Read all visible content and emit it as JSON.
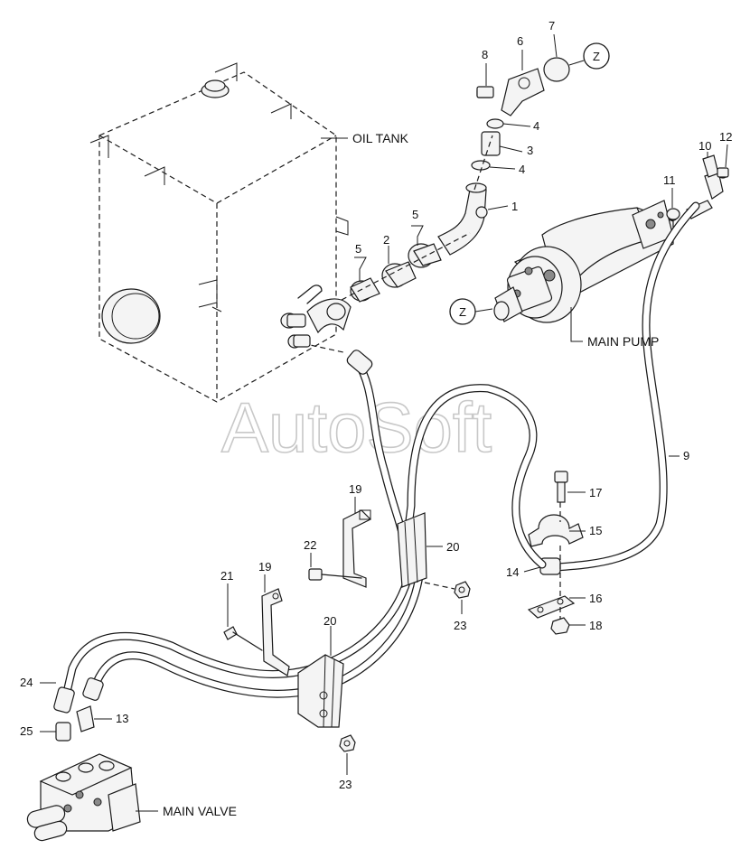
{
  "watermark": "AutoSoft",
  "labels": {
    "oil_tank": "OIL TANK",
    "main_pump": "MAIN PUMP",
    "main_valve": "MAIN VALVE"
  },
  "view_markers": {
    "z_top": "Z",
    "z_pump": "Z"
  },
  "callouts": {
    "c1": "1",
    "c2": "2",
    "c3": "3",
    "c4a": "4",
    "c4b": "4",
    "c5a": "5",
    "c5b": "5",
    "c6": "6",
    "c7": "7",
    "c8": "8",
    "c9": "9",
    "c10": "10",
    "c11": "11",
    "c12": "12",
    "c13": "13",
    "c14": "14",
    "c15": "15",
    "c16": "16",
    "c17": "17",
    "c18": "18",
    "c19a": "19",
    "c19b": "19",
    "c20a": "20",
    "c20b": "20",
    "c21": "21",
    "c22": "22",
    "c23a": "23",
    "c23b": "23",
    "c24": "24",
    "c25": "25"
  }
}
